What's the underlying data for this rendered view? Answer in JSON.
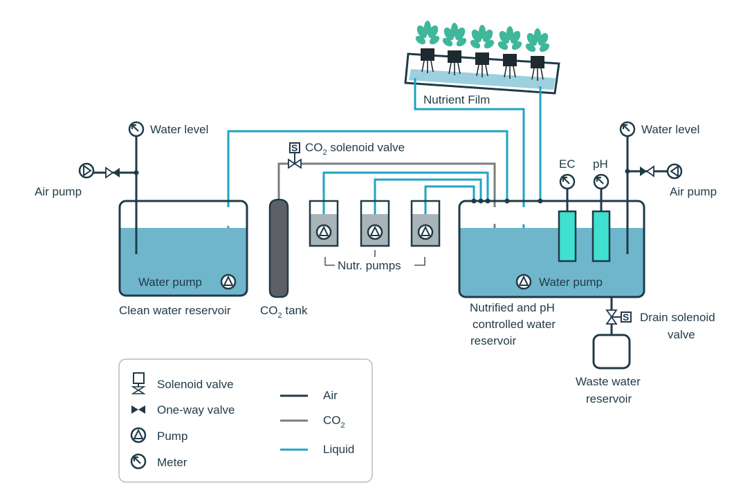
{
  "colors": {
    "air": "#1f3a47",
    "co2": "#7a7d80",
    "liquid": "#1fa3c4",
    "water_fill": "#6fb6cc",
    "tank_gray": "#5c6066",
    "sensor": "#3fe0d0"
  },
  "labels": {
    "nutrient_film": "Nutrient Film",
    "water_level_left": "Water level",
    "water_level_right": "Water level",
    "co2_valve_prefix": "CO",
    "co2_valve_sub": "2",
    "co2_valve_suffix": " solenoid valve",
    "ec": "EC",
    "ph": "pH",
    "air_pump_left": "Air pump",
    "air_pump_right": "Air pump",
    "water_pump_left": "Water pump",
    "water_pump_right": "Water pump",
    "nutr_pumps": "Nutr. pumps",
    "clean_reservoir": "Clean water reservoir",
    "co2_tank_prefix": "CO",
    "co2_tank_sub": "2",
    "co2_tank_suffix": " tank",
    "nutrified_line1": "Nutrified and pH",
    "nutrified_line2": "controlled water",
    "nutrified_line3": "reservoir",
    "drain_line1": "Drain solenoid",
    "drain_line2": "valve",
    "waste_line1": "Waste water",
    "waste_line2": "reservoir",
    "solenoid_letter": "S"
  },
  "legend": {
    "solenoid": "Solenoid valve",
    "oneway": "One-way valve",
    "pump": "Pump",
    "meter": "Meter",
    "air": "Air",
    "co2_prefix": "CO",
    "co2_sub": "2",
    "liquid": "Liquid"
  }
}
